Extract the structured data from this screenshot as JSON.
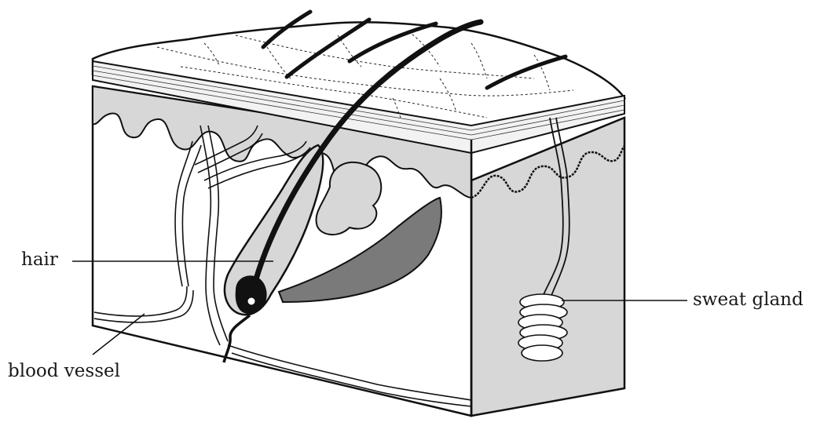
{
  "diagram": {
    "labels": {
      "hair": "hair",
      "blood_vessel": "blood vessel",
      "sweat_gland": "sweat gland"
    },
    "colors": {
      "ink": "#111111",
      "dermis_shade": "#d7d7d7",
      "muscle_shade": "#7a7a7a",
      "background": "#ffffff"
    }
  }
}
